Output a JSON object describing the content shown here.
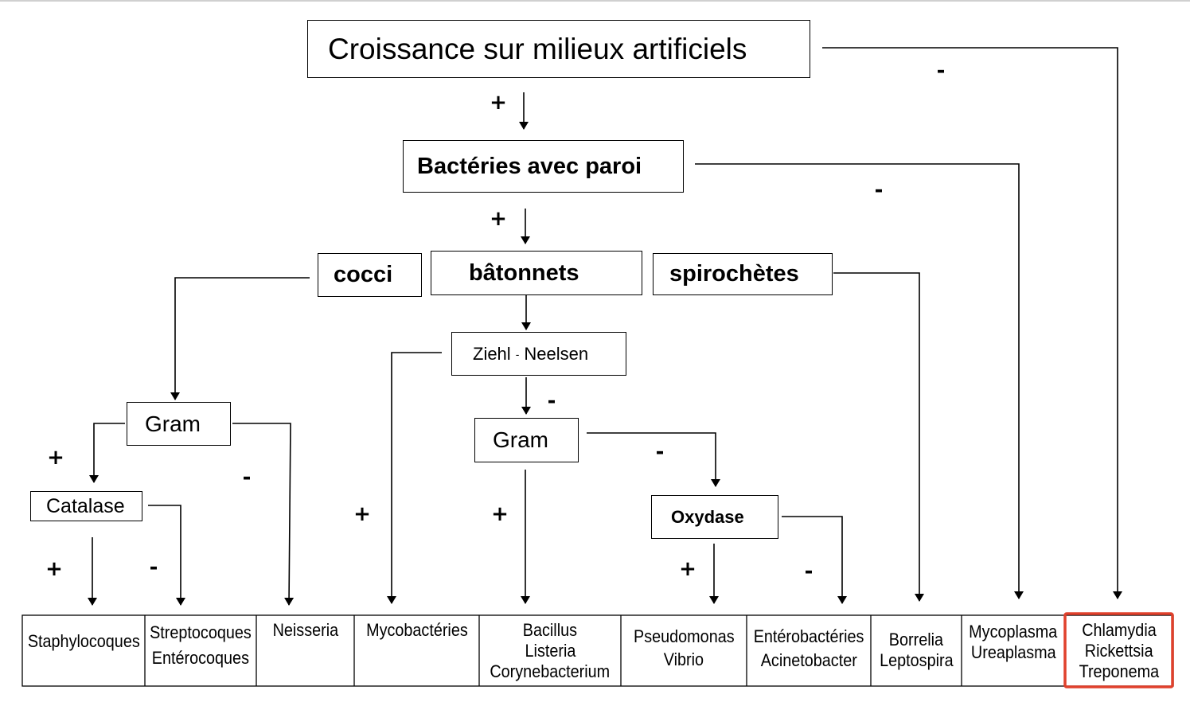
{
  "nodes": {
    "root": "Croissance sur milieux artificiels",
    "paroi": "Bactéries avec paroi",
    "cocci": "cocci",
    "batonnets": "bâtonnets",
    "spirochetes": "spirochètes",
    "ziehl": "Ziehl",
    "ziehl_sup": "-",
    "neelsen": "Neelsen",
    "gram_cocci": "Gram",
    "catalase": "Catalase",
    "gram_bacilles": "Gram",
    "oxydase": "Oxydase"
  },
  "signs": {
    "root_pos": "+",
    "root_neg": "-",
    "paroi_pos": "+",
    "paroi_neg": "-",
    "ziehl_pos": "+",
    "ziehl_neg": "-",
    "gram_cocci_pos": "+",
    "gram_cocci_neg": "-",
    "catalase_pos": "+",
    "catalase_neg": "-",
    "gram_bacilles_pos": "+",
    "gram_bacilles_neg": "-",
    "oxydase_pos": "+",
    "oxydase_neg": "-"
  },
  "results": [
    {
      "lines": [
        "Staphylocoques"
      ]
    },
    {
      "lines": [
        "Streptocoques",
        "Entérocoques"
      ]
    },
    {
      "lines": [
        "Neisseria"
      ]
    },
    {
      "lines": [
        "Mycobactéries"
      ]
    },
    {
      "lines": [
        "Bacillus",
        "Listeria",
        "Corynebacterium"
      ]
    },
    {
      "lines": [
        "Pseudomonas",
        "Vibrio"
      ]
    },
    {
      "lines": [
        "Entérobactéries",
        "Acinetobacter"
      ]
    },
    {
      "lines": [
        "Borrelia",
        "Leptospira"
      ]
    },
    {
      "lines": [
        "Mycoplasma",
        "Ureaplasma"
      ]
    },
    {
      "lines": [
        "Chlamydia",
        "Rickettsia",
        "Treponema"
      ]
    }
  ],
  "colors": {
    "line": "#000000",
    "highlight": "#e0412c"
  }
}
